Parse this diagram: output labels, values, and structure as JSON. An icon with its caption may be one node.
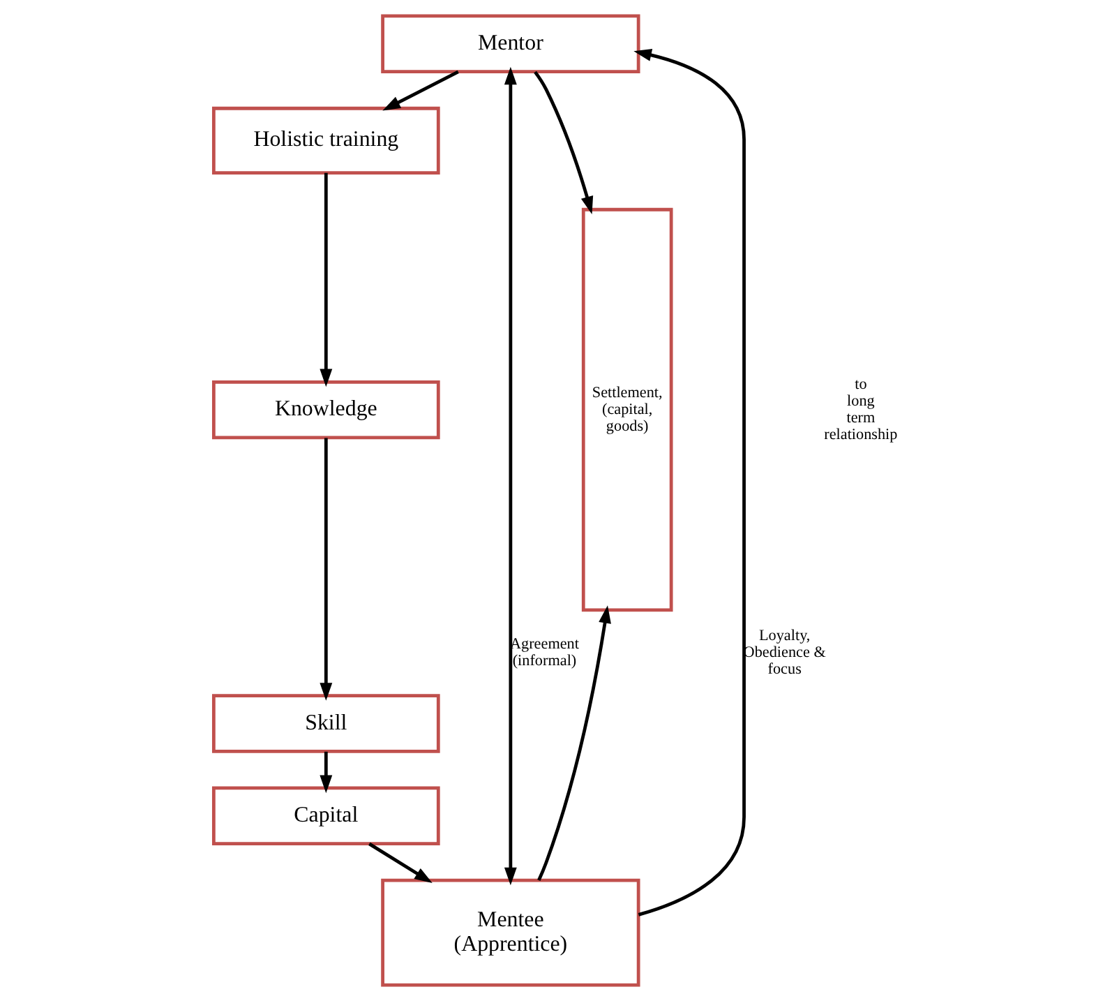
{
  "diagram": {
    "nodes": [
      {
        "text": [
          "Mentor"
        ]
      },
      {
        "text": [
          "Holistic training"
        ]
      },
      {
        "text": [
          "Knowledge"
        ]
      },
      {
        "text": [
          "Skill"
        ]
      },
      {
        "text": [
          "Capital"
        ]
      },
      {
        "text": [
          "Mentee (Apprentice)"
        ]
      },
      {
        "text": [
          "Settlement, (capital, goods)"
        ]
      }
    ],
    "edges": [
      {
        "from": 0,
        "to": 1,
        "arrow": "to"
      },
      {
        "from": 1,
        "to": 2,
        "arrow": "to"
      },
      {
        "from": 2,
        "to": 3,
        "arrow": "to"
      },
      {
        "from": 3,
        "to": 4,
        "arrow": "to"
      },
      {
        "from": 4,
        "to": 5,
        "arrow": "to"
      },
      {
        "from": 0,
        "to": 5,
        "arrow": "both",
        "label": "Agreement (informal)"
      },
      {
        "from": 5,
        "to": 0,
        "arrow": "to",
        "label": "Loyalty, Obedience & focus"
      },
      {
        "from": 0,
        "to": 6,
        "arrow": "to"
      },
      {
        "from": 5,
        "to": 6,
        "arrow": "to"
      }
    ],
    "labels": [
      "to long term relationship"
    ]
  }
}
